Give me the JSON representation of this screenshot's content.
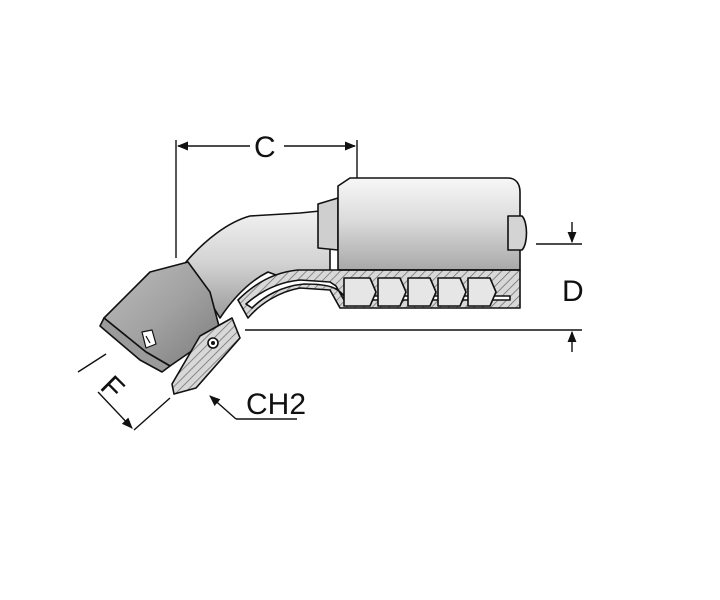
{
  "diagram": {
    "labels": {
      "c": "C",
      "d": "D",
      "f": "F",
      "ch2": "CH2"
    },
    "colors": {
      "line": "#111111",
      "metal_light": "#ececec",
      "metal_mid": "#c6c6c6",
      "metal_dark": "#8c8c8c",
      "hatch": "#555555"
    }
  }
}
